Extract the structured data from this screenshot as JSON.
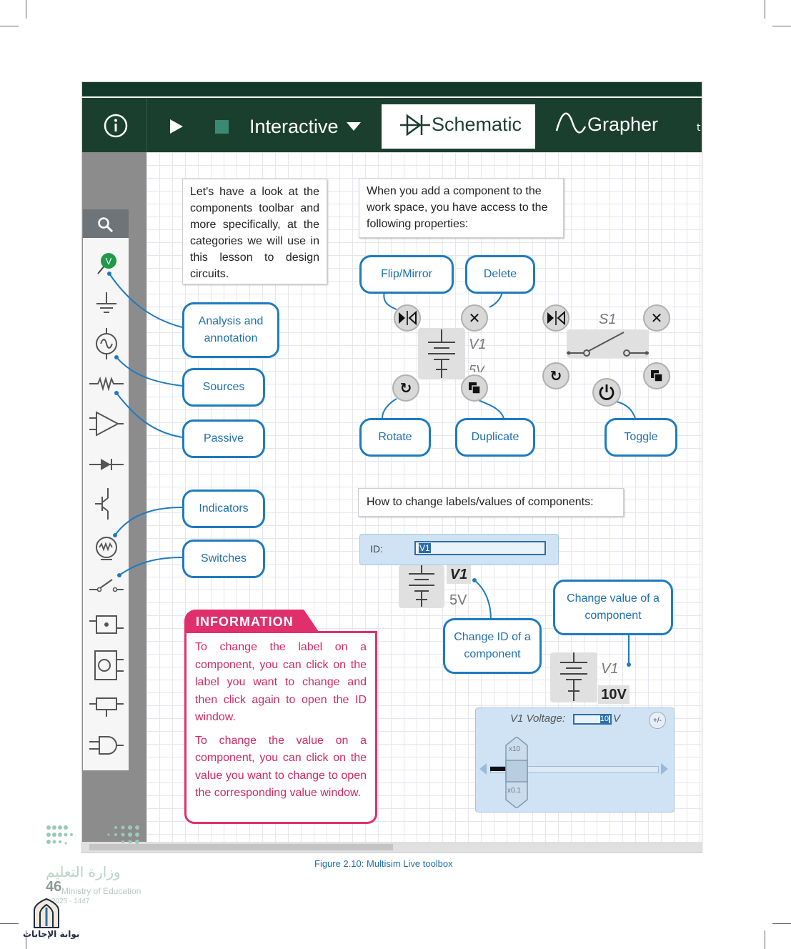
{
  "toolbar": {
    "info_icon": "info-icon",
    "run_icon": "play-icon",
    "stop_icon": "stop-icon",
    "mode_label": "Interactive",
    "tabs": [
      {
        "label": "Schematic",
        "active": true
      },
      {
        "label": "Grapher",
        "active": false
      }
    ],
    "accent": "#1b3f2f"
  },
  "notes": {
    "components_intro": "Let's have a look at the components toolbar and more specifically, at the categories we will use in this lesson to design circuits.",
    "properties_intro": "When you add a component to the work space, you have access to the following properties:",
    "labels_intro": "How to change labels/values of components:"
  },
  "categories": {
    "analysis": "Analysis and annotation",
    "sources": "Sources",
    "passive": "Passive",
    "indicators": "Indicators",
    "switches": "Switches"
  },
  "properties": {
    "flip": "Flip/Mirror",
    "delete": "Delete",
    "rotate": "Rotate",
    "duplicate": "Duplicate",
    "toggle": "Toggle"
  },
  "components": {
    "source_name": "V1",
    "source_value": "5V",
    "source_value_partial": "5V",
    "switch_name": "S1",
    "changed_value": "10V"
  },
  "id_panel": {
    "label": "ID:",
    "value": "V1"
  },
  "change_callouts": {
    "change_id": "Change ID of a component",
    "change_value": "Change value of a component"
  },
  "voltage_panel": {
    "label": "V1 Voltage:",
    "value": "10",
    "unit": "V",
    "sign_button": "+/-",
    "up_step": "x10",
    "down_step": "x0.1"
  },
  "information": {
    "title": "INFORMATION",
    "paragraph1": "To change the label on a component, you can click on the label you want to change and then click again to open the ID window.",
    "paragraph2": "To change the value on a component, you can click on the value you want to change to open the corresponding value window."
  },
  "caption": "Figure 2.10: Multisim Live toolbox",
  "page": {
    "number": "46",
    "ministry_ar": "وزارة التعليم",
    "ministry_en": "Ministry of Education",
    "year": "2025 - 1447",
    "watermark_ar": "بوابة الإجابات"
  },
  "colors": {
    "callout_blue": "#1e7bc0",
    "info_pink": "#e0306c",
    "panel_blue": "#cfe3f5"
  }
}
